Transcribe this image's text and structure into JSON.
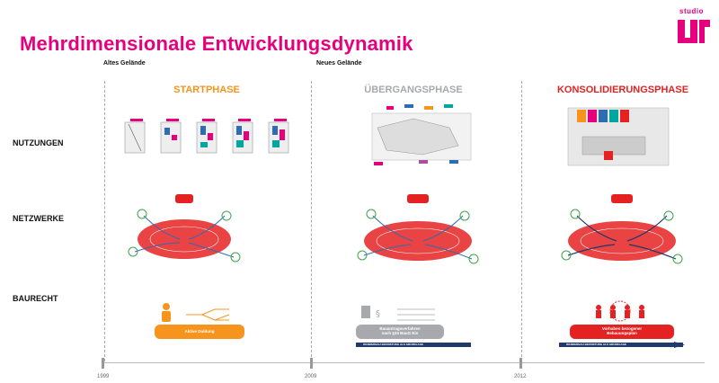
{
  "page": {
    "title": "Mehrdimensionale Entwicklungsdynamik",
    "logo_text": "studio",
    "old_site_label": "Altes Gelände",
    "new_site_label": "Neues Gelände"
  },
  "rows": [
    "NUTZUNGEN",
    "NETZWERKE",
    "BAURECHT"
  ],
  "phases": [
    {
      "name": "STARTPHASE",
      "color": "#f7941d",
      "bar_text": "Aktive Duldung"
    },
    {
      "name": "ÜBERGANGSPHASE",
      "color": "#a7a9ac",
      "bar_text": "Bauantragsverfahren\nnach §34 BauG Ein"
    },
    {
      "name": "KONSOLIDIERUNGSPHASE",
      "color": "#e52222",
      "bar_text": "Vorhaben bezogener\nBebauungsplan"
    }
  ],
  "timeline": {
    "years": [
      "1999",
      "2009",
      "2012"
    ],
    "strip_text": "WANDERBAU BEFRISTUNG ALS GRUNDLAGE"
  },
  "colors": {
    "accent": "#e6007e",
    "network_red": "#e52222",
    "navy": "#1f3a6b"
  }
}
